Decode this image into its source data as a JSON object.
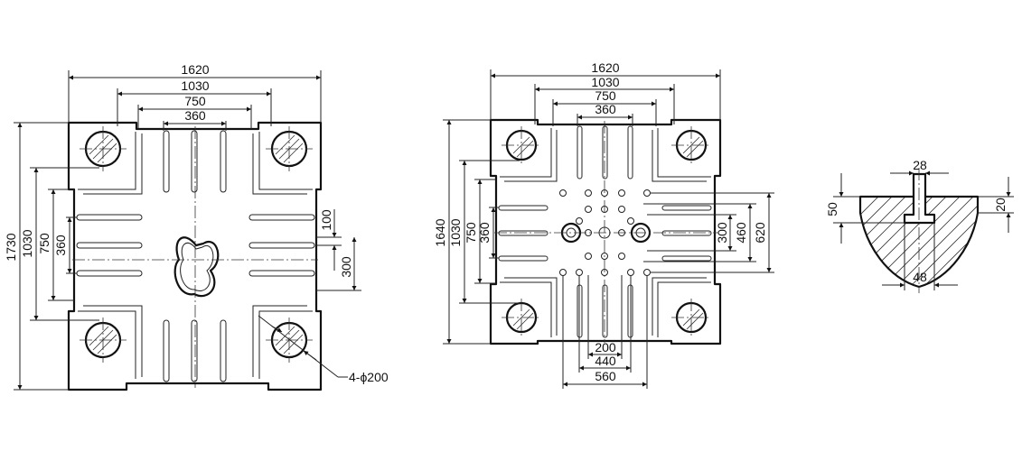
{
  "colors": {
    "line": "#111111",
    "background": "#ffffff"
  },
  "views": {
    "left": {
      "dims_top": [
        "1620",
        "1030",
        "750",
        "360"
      ],
      "dims_left": [
        "1730",
        "1030",
        "750",
        "360"
      ],
      "dims_right": [
        "100",
        "300"
      ],
      "hole_callout": "4-ϕ200"
    },
    "middle": {
      "dims_top": [
        "1620",
        "1030",
        "750",
        "360"
      ],
      "dims_left": [
        "1640",
        "1030",
        "750",
        "360"
      ],
      "dims_right": [
        "300",
        "460",
        "620"
      ],
      "dims_bottom": [
        "200",
        "440",
        "560"
      ]
    },
    "section": {
      "dims_top": [
        "28"
      ],
      "dims_left": [
        "50"
      ],
      "dims_right": [
        "20"
      ],
      "dims_bottom": [
        "48"
      ]
    }
  }
}
